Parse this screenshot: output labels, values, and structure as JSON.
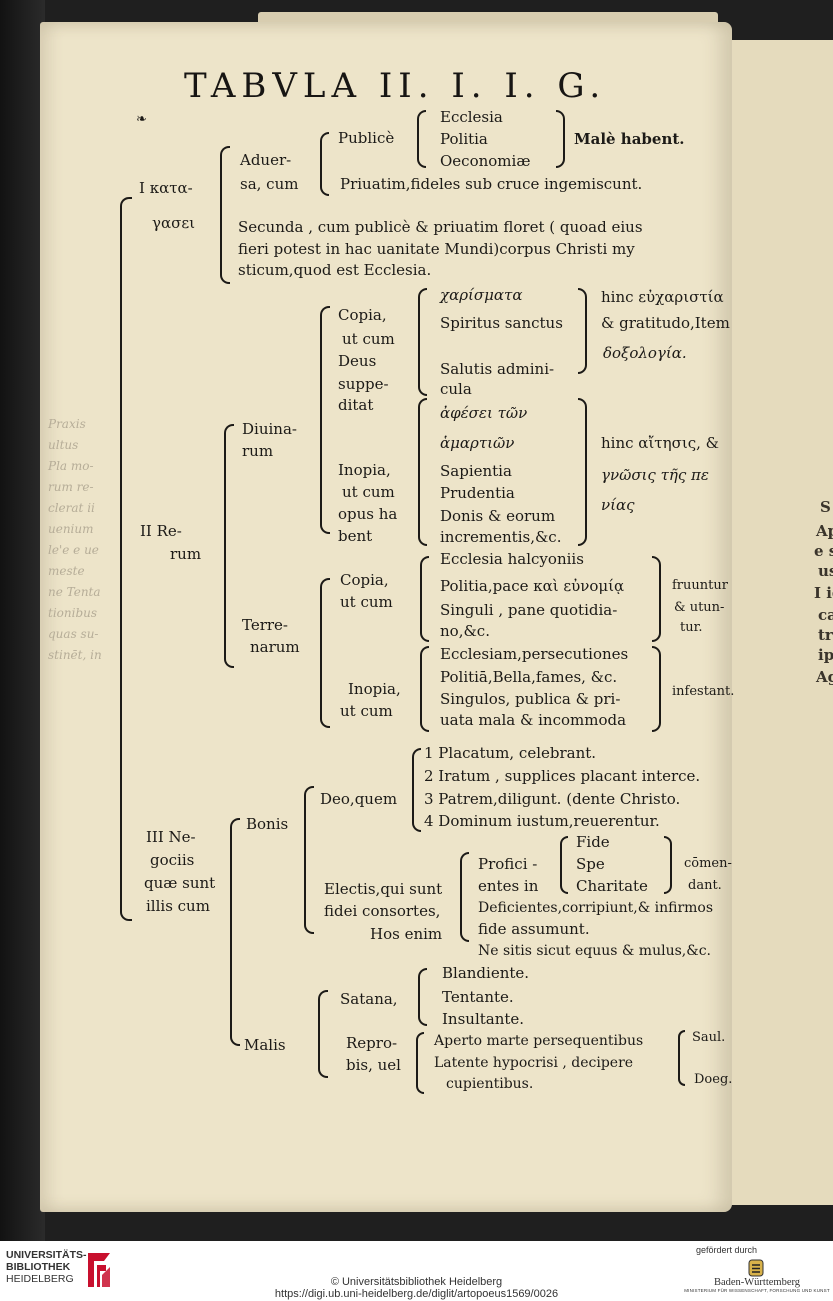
{
  "title": "TABVLA II. I. I. G.",
  "section_I": {
    "label_1": "I κατα-",
    "label_2": "γασει",
    "adversa_1": "Aduer-",
    "adversa_2": "sa, cum",
    "publice": "Publicè",
    "ecclesia": "Ecclesia",
    "politia": "Politia",
    "oeconomiae": "Oeconomiæ",
    "male": "Malè habent.",
    "privatim": "Priuatim,fideles sub cruce ingemiscunt.",
    "secunda_1": "Secunda , cum publicè & priuatim floret ( quoad eius",
    "secunda_2": "fieri potest in hac uanitate Mundi)corpus Christi my",
    "secunda_3": "sticum,quod est Ecclesia."
  },
  "section_II": {
    "label_1": "II Re-",
    "label_2": "rum",
    "divina_1": "Diuina-",
    "divina_2": "rum",
    "copia_1": "Copia,",
    "copia_2": "ut cum",
    "copia_3": "Deus",
    "copia_4": "suppe-",
    "copia_5": "ditat",
    "charismata": "χαρίσματα",
    "spiritus": "Spiritus sanctus",
    "salutis_1": "Salutis admini-",
    "salutis_2": "cula",
    "hinc1_1": "hinc εὐχαριστία",
    "hinc1_2": "& gratitudo,Item",
    "hinc1_3": "δοξολογία.",
    "inopia_1": "Inopia,",
    "inopia_2": "ut cum",
    "inopia_3": "opus ha",
    "inopia_4": "bent",
    "aphesei": "ἀφέσει τῶν",
    "hamartion": "ἁμαρτιῶν",
    "sapientia": "Sapientia",
    "prudentia": "Prudentia",
    "donis_1": "Donis & eorum",
    "donis_2": "incrementis,&c.",
    "hinc2_1": "hinc αἴτησις, &",
    "hinc2_2": "γνῶσις τῆς πε",
    "hinc2_3": "νίας",
    "terrena_1": "Terre-",
    "terrena_2": "narum",
    "tcopia_1": "Copia,",
    "tcopia_2": "ut cum",
    "ecclesia_halc": "Ecclesia halcyoniis",
    "politia_pace": "Politia,pace καὶ εὐνομίᾳ",
    "singuli_1": "Singuli , pane quotidia-",
    "singuli_2": "no,&c.",
    "fruuntur_1": "fruuntur",
    "fruuntur_2": "& utun-",
    "fruuntur_3": "tur.",
    "tinopia_1": "Inopia,",
    "tinopia_2": "ut cum",
    "eccl_pers": "Ecclesiam,persecutiones",
    "politia_bella": "Politiā,Bella,fames, &c.",
    "singulos_1": "Singulos, publica & pri-",
    "singulos_2": "uata mala & incommoda",
    "infestant": "infestant."
  },
  "section_III": {
    "label_1": "III Ne-",
    "label_2": "gociis",
    "label_3": "quæ sunt",
    "label_4": "illis cum",
    "bonis": "Bonis",
    "deo": "Deo,quem",
    "d1": "1  Placatum, celebrant.",
    "d2": "2  Iratum , supplices placant interce.",
    "d3": "3  Patrem,diligunt.     (dente Christo.",
    "d4": "4  Dominum iustum,reuerentur.",
    "electis_1": "Electis,qui sunt",
    "electis_2": "fidei consortes,",
    "electis_3": "Hos enim",
    "proficientes_1": "Profici -",
    "proficientes_2": "entes in",
    "fide": "Fide",
    "spe": "Spe",
    "charitate": "Charitate",
    "commendant_1": "cōmen-",
    "commendant_2": "dant.",
    "deficientes_1": "Deficientes,corripiunt,& infirmos",
    "deficientes_2": "fide assumunt.",
    "ne_sitis": "Ne sitis sicut equus & mulus,&c.",
    "malis": "Malis",
    "satana": "Satana,",
    "blandiente": "Blandiente.",
    "tentante": "Tentante.",
    "insultante": "Insultante.",
    "reprobis_1": "Repro-",
    "reprobis_2": "bis, uel",
    "aperto": "Aperto marte persequentibus",
    "latente_1": "Latente hypocrisi , decipere",
    "latente_2": "cupientibus.",
    "saul": "Saul.",
    "doeg": "Doeg."
  },
  "margin_bleed": [
    "Praxis",
    "ultus",
    "Pla mo-",
    "rum re-",
    "clerat ii",
    "uenium",
    "le'e e ue",
    "meste",
    "ne Tenta",
    "tionibus",
    "quas su-",
    "stinēt, in"
  ],
  "back_page_ghost": [
    "S",
    "Ap",
    "e si",
    "us",
    "I ig",
    "ca",
    "tra",
    "ips",
    "Ag"
  ],
  "footer": {
    "library_1": "UNIVERSITÄTS-",
    "library_2": "BIBLIOTHEK",
    "library_3": "HEIDELBERG",
    "copyright": "© Universitätsbibliothek Heidelberg",
    "url": "https://digi.ub.uni-heidelberg.de/diglit/artopoeus1569/0026",
    "funded_by": "gefördert durch",
    "state": "Baden-Württemberg",
    "ministry": "MINISTERIUM FÜR WISSENSCHAFT, FORSCHUNG UND KUNST"
  }
}
